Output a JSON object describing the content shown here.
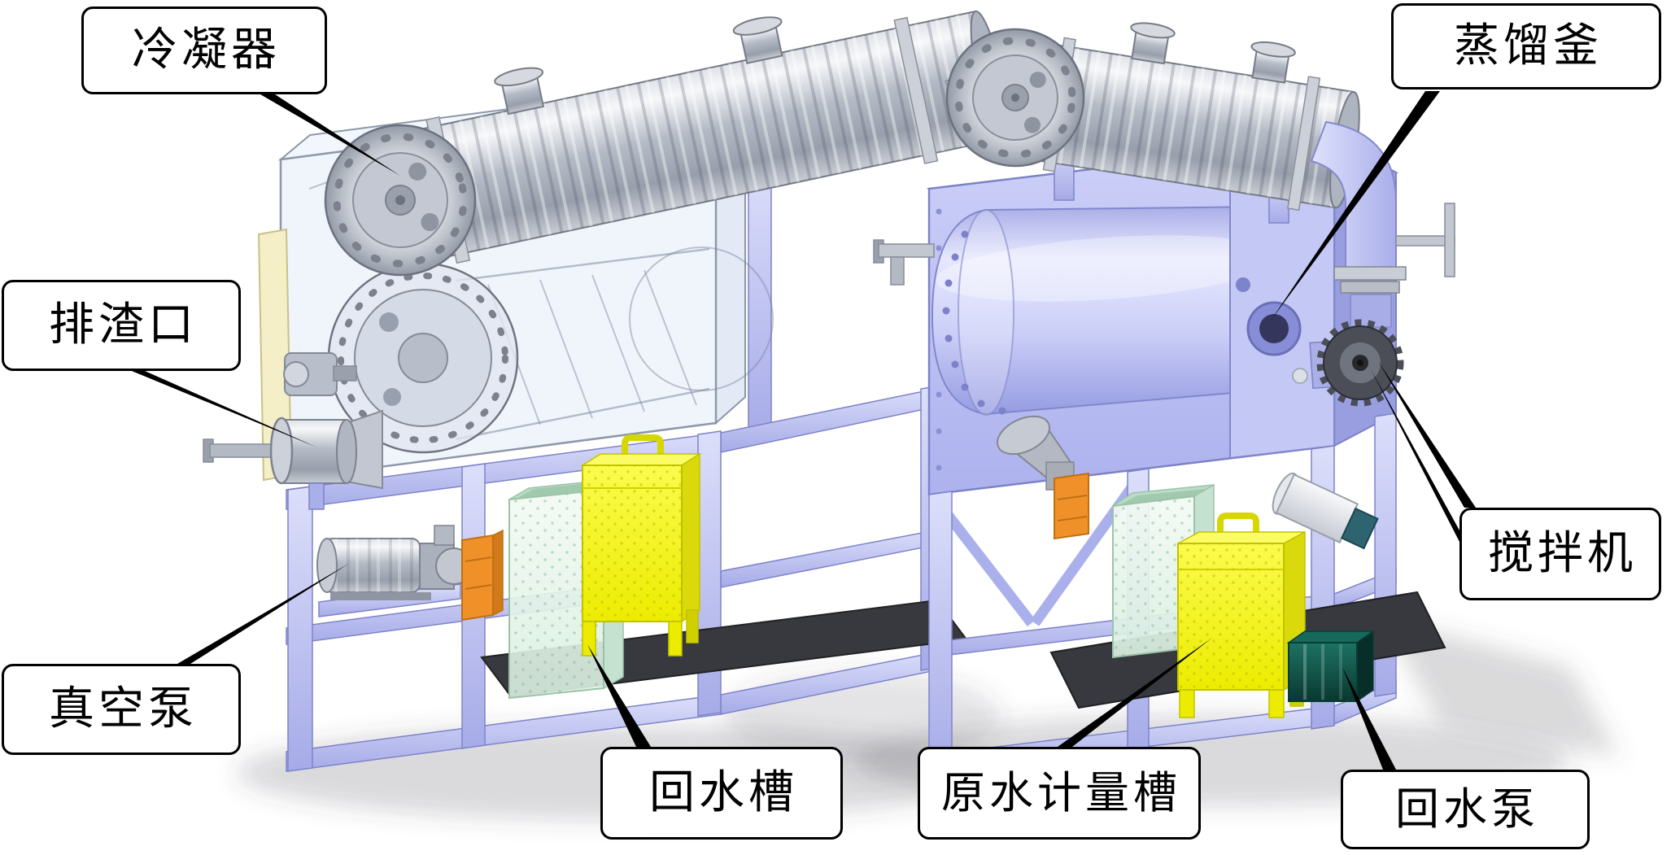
{
  "diagram": {
    "callouts": [
      {
        "id": "condenser",
        "label": "冷凝器"
      },
      {
        "id": "slag-discharge-port",
        "label": "排渣口"
      },
      {
        "id": "vacuum-pump",
        "label": "真空泵"
      },
      {
        "id": "return-water-tank",
        "label": "回水槽"
      },
      {
        "id": "distillation-kettle",
        "label": "蒸馏釜"
      },
      {
        "id": "agitator",
        "label": "搅拌机"
      },
      {
        "id": "raw-water-metering-tank",
        "label": "原水计量槽"
      },
      {
        "id": "return-water-pump",
        "label": "回水泵"
      }
    ],
    "colors": {
      "background": "#ffffff",
      "callout_border": "#000000",
      "frame_lavender": "#b3b8ee",
      "body_lavender": "#c6caf6",
      "metal_gray": "#c2c7d1",
      "tank_yellow": "#f1f106",
      "tank_green": "#e4f5ea",
      "pump_teal": "#0f5046",
      "heat_exchanger_orange": "#ef9128",
      "base_dark": "#38393f"
    }
  }
}
